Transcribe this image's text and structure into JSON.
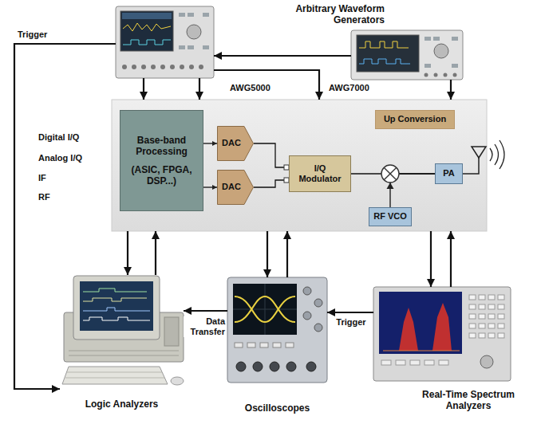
{
  "diagram": {
    "nodes": [
      {
        "text": [
          "AWG5000"
        ]
      },
      {
        "text": [
          "AWG7000"
        ]
      },
      {
        "text": [
          "Digital I/Q",
          "Analog I/Q",
          "IF",
          "RF"
        ]
      },
      {
        "text": [
          "Base-band Processing",
          "(ASIC, FPGA, DSP...)"
        ],
        "in": 2
      },
      {
        "text": [
          "DAC"
        ],
        "in": 2
      },
      {
        "text": [
          "Up Conversion"
        ],
        "in": 2
      },
      {
        "text": [
          "I/Q Modulator"
        ],
        "in": 2
      },
      {
        "text": [
          "PA"
        ],
        "in": 2
      },
      {
        "text": [
          "DAC"
        ],
        "in": 2
      },
      {
        "text": [
          "RF VCO"
        ],
        "in": 2
      },
      {
        "text": [
          "Logic Analyzers"
        ]
      },
      {
        "text": [
          "Oscilloscopes"
        ]
      },
      {
        "text": [
          "Real-Time Spectrum Analyzers"
        ]
      }
    ],
    "edges": [
      {
        "from": 1,
        "to": 0,
        "arrow": "to"
      },
      {
        "from": 0,
        "to": 2,
        "arrow": "to"
      },
      {
        "from": 0,
        "to": 2,
        "arrow": "to"
      },
      {
        "from": 0,
        "to": 2,
        "arrow": "to"
      },
      {
        "from": 1,
        "to": 2,
        "arrow": "to"
      },
      {
        "from": 0,
        "to": 10,
        "arrow": "to",
        "label": "Trigger"
      },
      {
        "from": 2,
        "to": 10,
        "arrow": "to"
      },
      {
        "from": 10,
        "to": 2,
        "arrow": "to"
      },
      {
        "from": 2,
        "to": 11,
        "arrow": "to"
      },
      {
        "from": 11,
        "to": 2,
        "arrow": "to"
      },
      {
        "from": 2,
        "to": 12,
        "arrow": "to"
      },
      {
        "from": 12,
        "to": 2,
        "arrow": "to"
      },
      {
        "from": 11,
        "to": 10,
        "arrow": "to",
        "label": "Data Transfer"
      },
      {
        "from": 12,
        "to": 11,
        "arrow": "to",
        "label": "Trigger"
      },
      {
        "from": 3,
        "to": 4,
        "arrow": "to"
      },
      {
        "from": 3,
        "to": 8,
        "arrow": "to"
      },
      {
        "from": 4,
        "to": 6,
        "arrow": "none"
      },
      {
        "from": 8,
        "to": 6,
        "arrow": "none"
      },
      {
        "from": 6,
        "to": 7,
        "arrow": "none"
      },
      {
        "from": 9,
        "to": 7,
        "arrow": "none"
      }
    ],
    "labels": [
      "Arbitrary Waveform Generators"
    ]
  }
}
